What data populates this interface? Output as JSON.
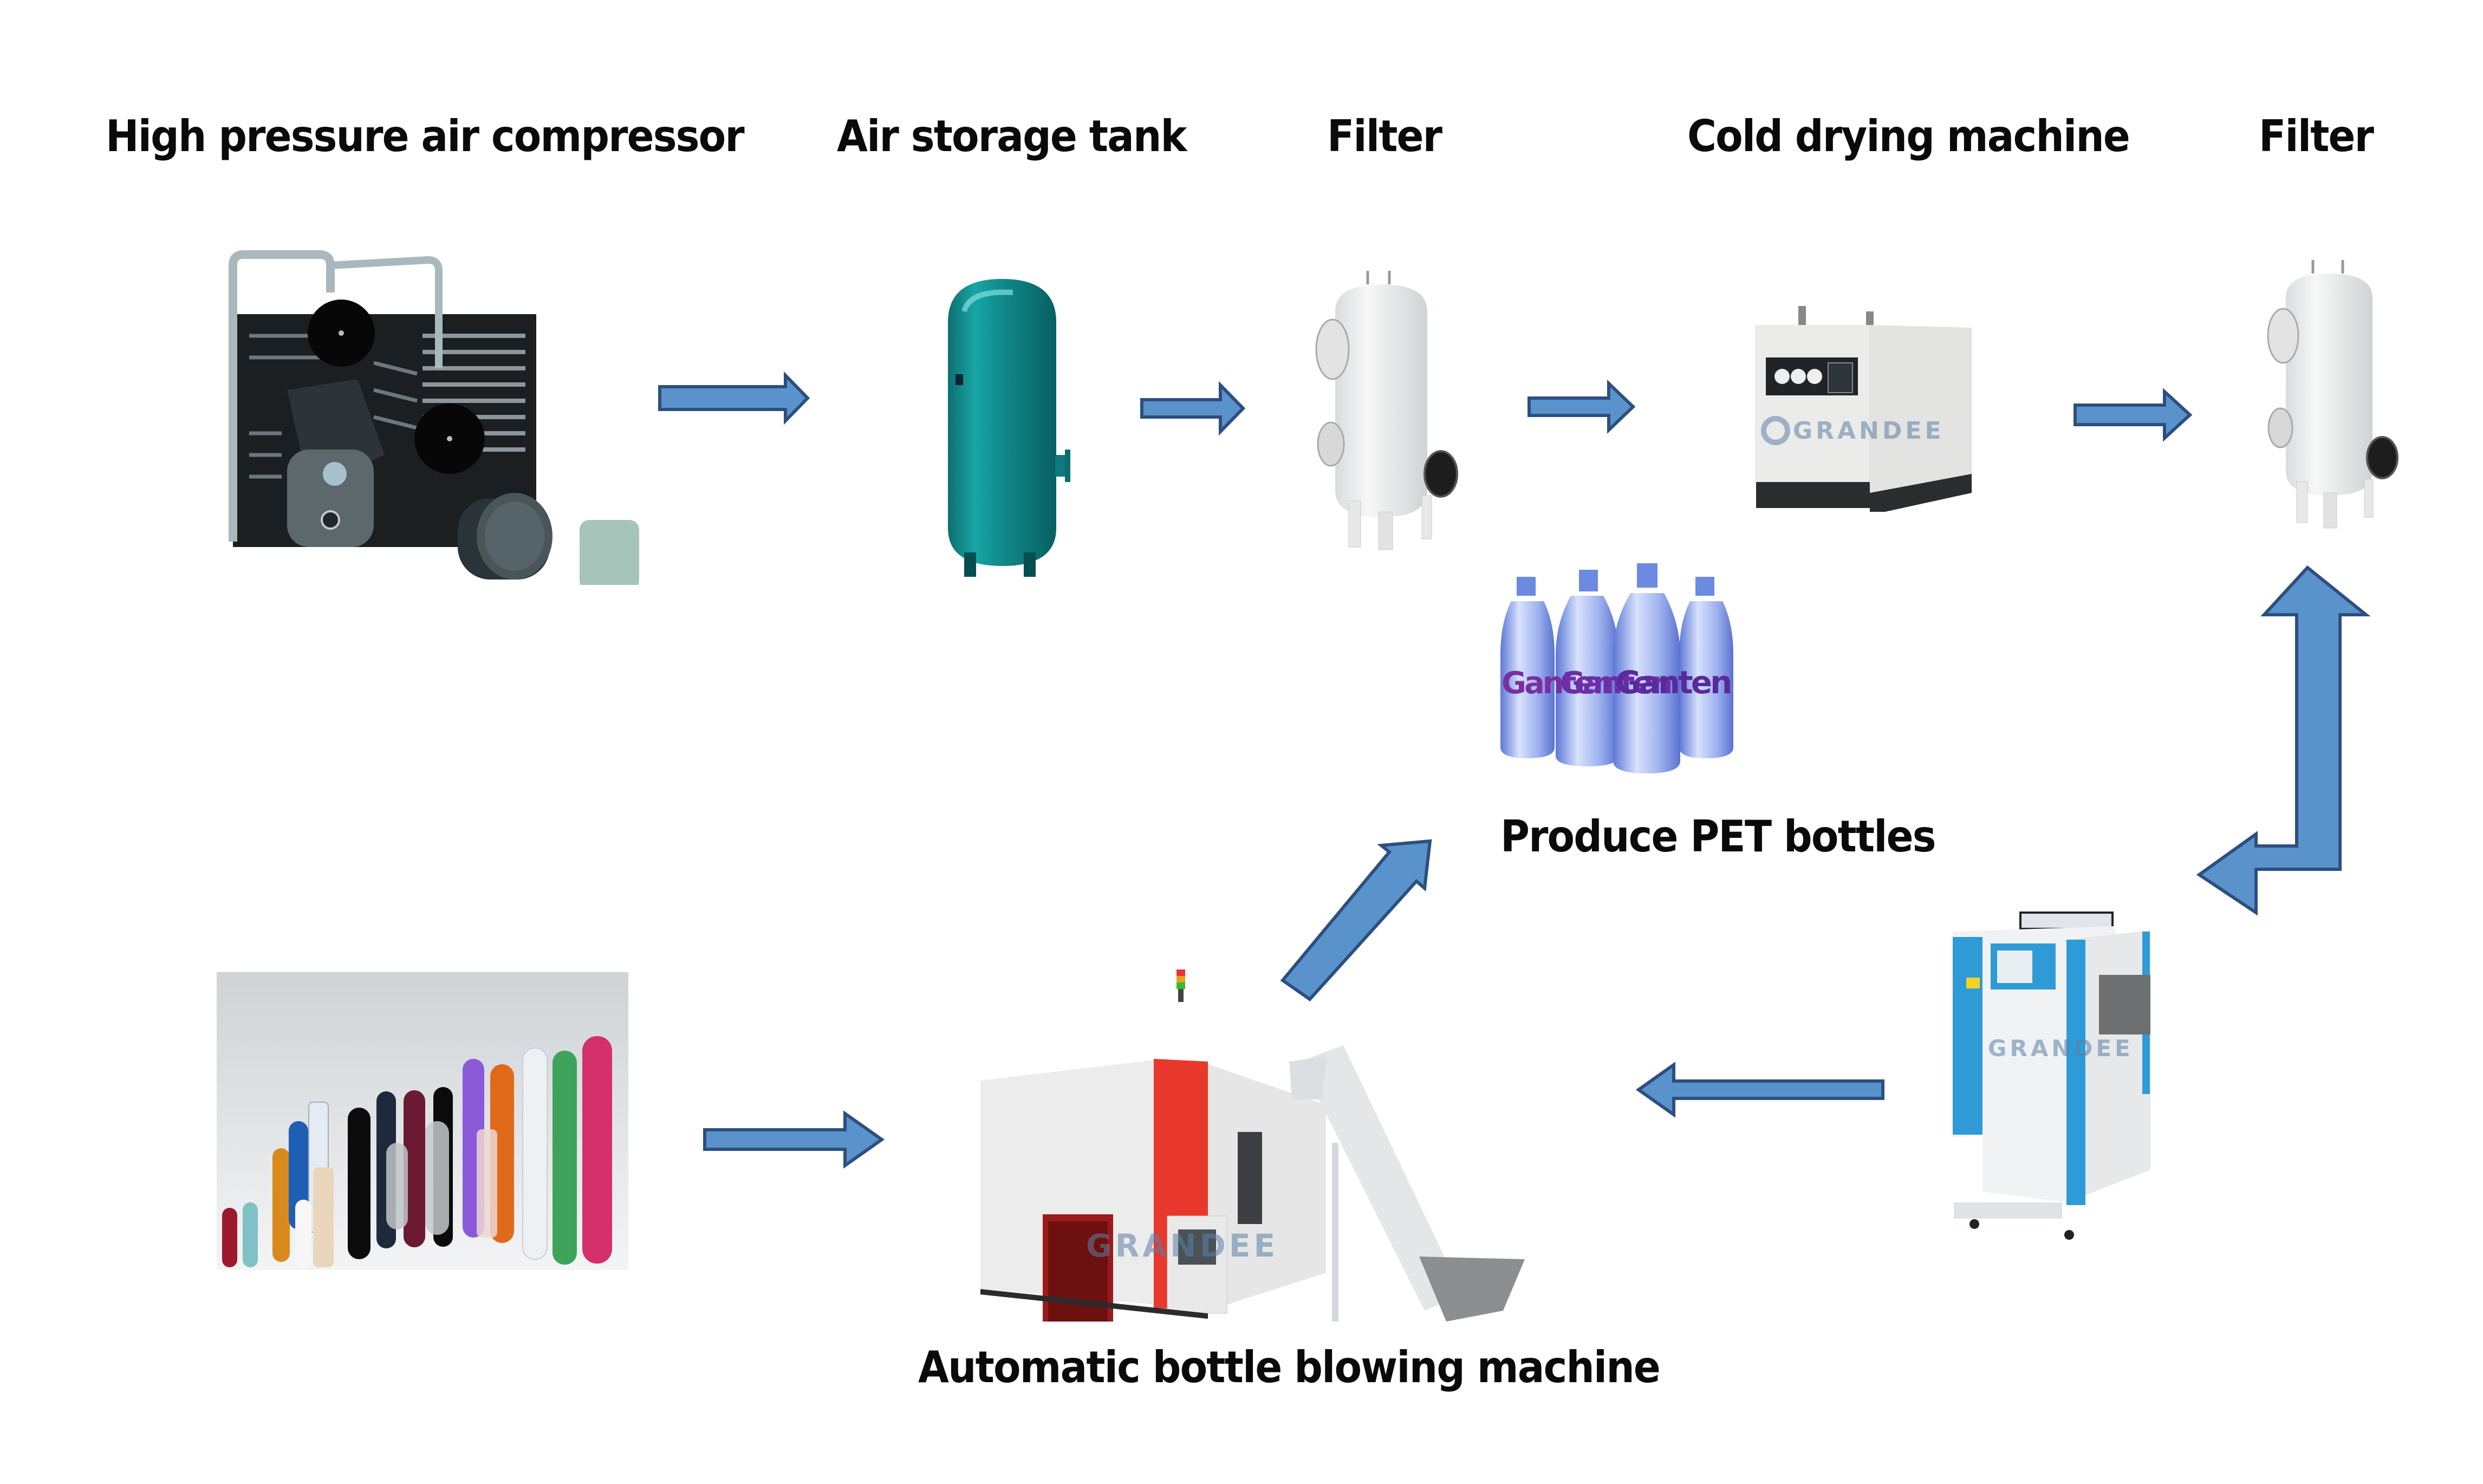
{
  "diagram": {
    "title": "PET bottle blowing compressed air system flow",
    "nodes": [
      {
        "id": "compressor",
        "label": "High pressure air compressor",
        "icon": "air-compressor-icon"
      },
      {
        "id": "tank",
        "label": "Air storage tank",
        "icon": "air-tank-icon"
      },
      {
        "id": "filter1",
        "label": "Filter",
        "icon": "filter-vessel-icon"
      },
      {
        "id": "dryer",
        "label": "Cold drying machine",
        "icon": "refrigerated-dryer-icon"
      },
      {
        "id": "filter2",
        "label": "Filter",
        "icon": "filter-vessel-icon"
      },
      {
        "id": "chiller",
        "label": "",
        "icon": "water-chiller-icon"
      },
      {
        "id": "blower",
        "label": "Automatic bottle blowing machine",
        "icon": "bottle-blowing-machine-icon"
      },
      {
        "id": "preforms",
        "label": "",
        "icon": "pet-preforms-icon"
      },
      {
        "id": "bottles",
        "label": "Produce PET bottles",
        "icon": "pet-bottles-icon"
      }
    ],
    "edges": [
      {
        "from": "compressor",
        "to": "tank"
      },
      {
        "from": "tank",
        "to": "filter1"
      },
      {
        "from": "filter1",
        "to": "dryer"
      },
      {
        "from": "dryer",
        "to": "filter2"
      },
      {
        "from": "filter2",
        "to": "chiller",
        "bidirectional": true
      },
      {
        "from": "chiller",
        "to": "blower"
      },
      {
        "from": "preforms",
        "to": "blower"
      },
      {
        "from": "blower",
        "to": "bottles"
      }
    ],
    "watermark": "GRANDEE",
    "bottle_brand": "Ganten"
  },
  "colors": {
    "arrow_fill": "#5a93cc",
    "arrow_stroke": "#2d4f7f",
    "tank": "#0f8a8a",
    "blower_accent": "#e8372b",
    "chiller_accent": "#2f9bd6"
  }
}
